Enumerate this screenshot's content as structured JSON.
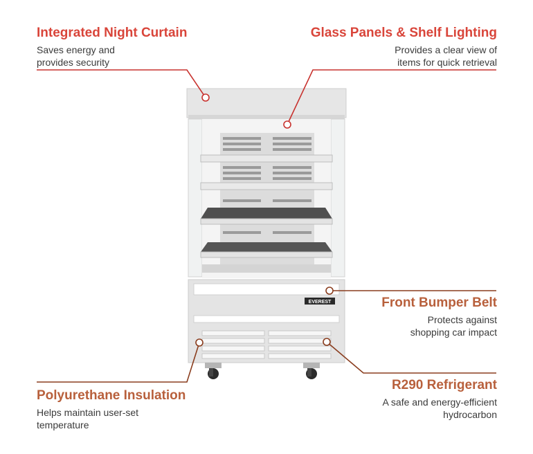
{
  "colors": {
    "accent_red": "#d9453a",
    "accent_brown": "#b8603c",
    "line_red": "#c8322e",
    "line_brown": "#8a3d1e"
  },
  "callouts": {
    "night_curtain": {
      "title": "Integrated Night Curtain",
      "desc_line1": "Saves energy and",
      "desc_line2": "provides security"
    },
    "glass_panels": {
      "title": "Glass Panels & Shelf Lighting",
      "desc_line1": "Provides a clear view of",
      "desc_line2": "items for quick retrieval"
    },
    "bumper": {
      "title": "Front Bumper Belt",
      "desc_line1": "Protects against",
      "desc_line2": "shopping car impact"
    },
    "r290": {
      "title": "R290 Refrigerant",
      "desc_line1": "A safe and energy-efficient",
      "desc_line2": "hydrocarbon"
    },
    "polyurethane": {
      "title": "Polyurethane Insulation",
      "desc_line1": "Helps maintain user-set",
      "desc_line2": "temperature"
    }
  },
  "product": {
    "brand_badge": "EVEREST"
  }
}
